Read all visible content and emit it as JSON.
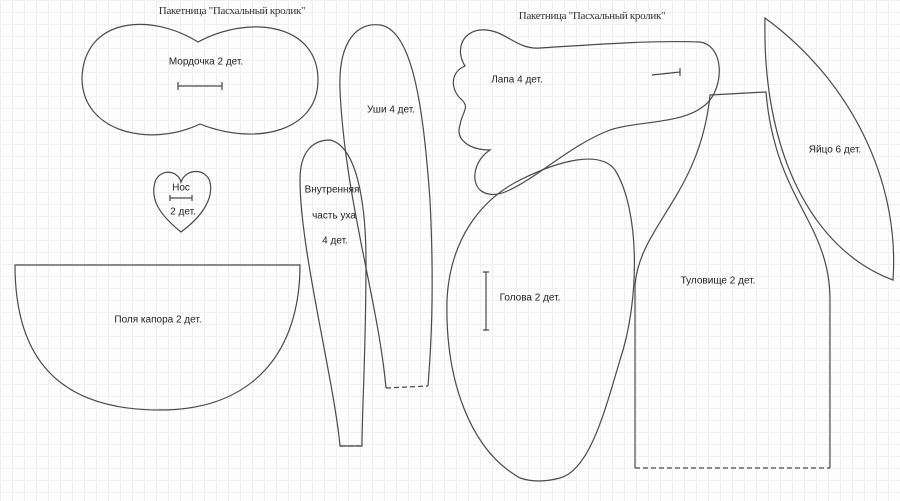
{
  "titles": [
    "Пакетница \"Пасхальный кролик\"",
    "Пакетница \"Пасхальный кролик\""
  ],
  "pieces": {
    "muzzle": "Мордочка 2 дет.",
    "nose_1": "Нос",
    "nose_2": "2 дет.",
    "ears": "Уши 4 дет.",
    "inner_ear_1": "Внутренняя",
    "inner_ear_2": "часть уха",
    "inner_ear_3": "4 дет.",
    "paw": "Лапа 4 дет.",
    "egg": "Яйцо 6 дет.",
    "head": "Голова 2 дет.",
    "body": "Туловище 2 дет.",
    "bonnet_brim": "Поля капора 2 дет."
  },
  "colors": {
    "line": "#4a4a4a",
    "grid": "#eef0f2"
  }
}
